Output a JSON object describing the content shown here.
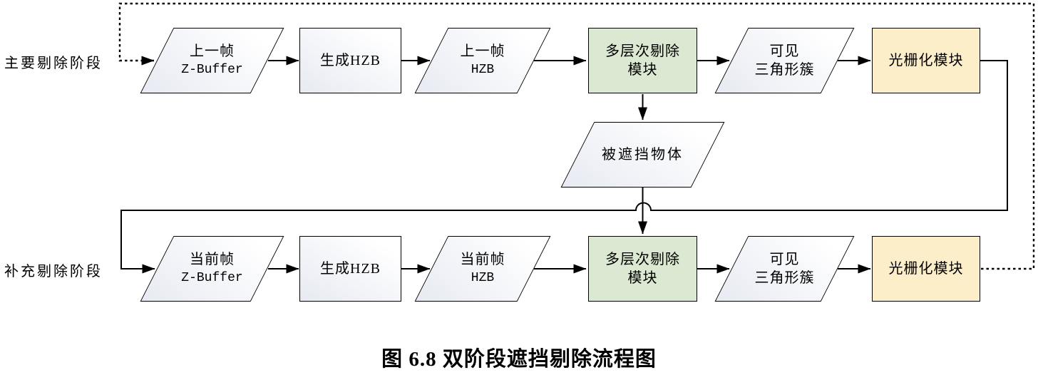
{
  "diagram": {
    "caption": "图 6.8 双阶段遮挡剔除流程图",
    "stages": {
      "main": {
        "label": "主要剔除阶段"
      },
      "supplement": {
        "label": "补充剔除阶段"
      }
    },
    "nodes": {
      "prev_zbuffer": {
        "shape": "parallelogram",
        "line1": "上一帧",
        "line2": "Z-Buffer"
      },
      "gen_hzb_top": {
        "shape": "rectangle",
        "line1": "生成HZB"
      },
      "prev_hzb": {
        "shape": "parallelogram",
        "line1": "上一帧",
        "line2": "HZB"
      },
      "cull_top": {
        "shape": "rectangle",
        "line1": "多层次剔除",
        "line2": "模块"
      },
      "visible_top": {
        "shape": "parallelogram",
        "line1": "可见",
        "line2": "三角形簇"
      },
      "raster_top": {
        "shape": "rectangle",
        "line1": "光栅化模块"
      },
      "occluded": {
        "shape": "parallelogram",
        "line1": "被遮挡物体"
      },
      "cur_zbuffer": {
        "shape": "parallelogram",
        "line1": "当前帧",
        "line2": "Z-Buffer"
      },
      "gen_hzb_bottom": {
        "shape": "rectangle",
        "line1": "生成HZB"
      },
      "cur_hzb": {
        "shape": "parallelogram",
        "line1": "当前帧",
        "line2": "HZB"
      },
      "cull_bottom": {
        "shape": "rectangle",
        "line1": "多层次剔除",
        "line2": "模块"
      },
      "visible_bottom": {
        "shape": "parallelogram",
        "line1": "可见",
        "line2": "三角形簇"
      },
      "raster_bottom": {
        "shape": "rectangle",
        "line1": "光栅化模块"
      }
    },
    "colors": {
      "module_fill_green": "#dce9d2",
      "module_fill_orange": "#fdeeca",
      "io_fill_top": "#ffffff",
      "io_fill_bottom": "#e7eaf2",
      "stroke": "#000000"
    }
  }
}
